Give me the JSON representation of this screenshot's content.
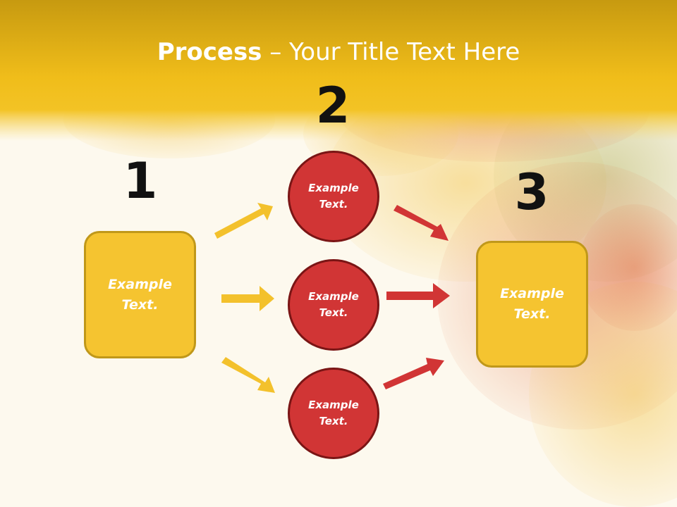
{
  "title": {
    "bold": "Process",
    "rest": " – Your Title Text Here"
  },
  "steps": [
    "1",
    "2",
    "3"
  ],
  "left_box": {
    "text": "Example Text."
  },
  "circles": [
    {
      "text": "Example Text."
    },
    {
      "text": "Example Text."
    },
    {
      "text": "Example Text."
    }
  ],
  "right_box": {
    "text": "Example Text."
  },
  "colors": {
    "header": "#f0be1c",
    "box_fill": "#f5c430",
    "circle_fill": "#d13535",
    "yellow_arrow": "#f3c12c",
    "red_arrow": "#d13535"
  }
}
